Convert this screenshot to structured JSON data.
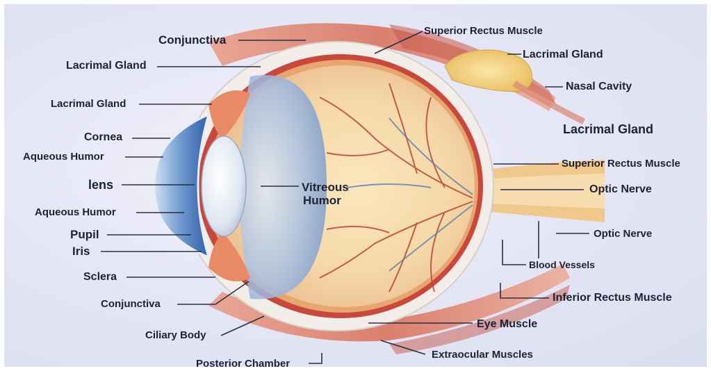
{
  "labels": {
    "conjunctiva_top": "Conjunctiva",
    "lacrimal_gland_left_1": "Lacrimal Gland",
    "lacrimal_gland_left_2": "Lacrimal Gland",
    "cornea": "Cornea",
    "aqueous_humor_top": "Aqueous Humor",
    "lens": "lens",
    "aqueous_humor_bottom": "Aqueous Humor",
    "pupil": "Pupil",
    "iris": "Iris",
    "sclera": "Sclera",
    "conjunctiva_bottom": "Conjunctiva",
    "ciliary_body": "Ciliary Body",
    "posterior_chamber": "Posterior Chamber",
    "vitreous_humor_1": "Vitreous",
    "vitreous_humor_2": "Humor",
    "superior_rectus_top": "Superior Rectus Muscle",
    "lacrimal_gland_right_top": "Lacrimal Gland",
    "nasal_cavity": "Nasal Cavity",
    "lacrimal_gland_right_big": "Lacrimal Gland",
    "superior_rectus_right": "Superior Rectus Muscle",
    "optic_nerve_1": "Optic Nerve",
    "optic_nerve_2": "Optic Nerve",
    "blood_vessels": "Blood Vessels",
    "inferior_rectus": "Inferior Rectus Muscle",
    "eye_muscle": "Eye Muscle",
    "extraocular_muscles": "Extraocular Muscles"
  },
  "colors": {
    "label_text": "#1d2235",
    "leader_line": "#2a2f3f",
    "background": "#e6e7f6",
    "sclera": "#f4f1ee",
    "retina_red": "#c8483c",
    "vitreous": "#f7d9a0",
    "lens": "#dfe6f2",
    "cornea": "#5b86c0",
    "muscle": "#dd7f6b",
    "lacrimal_gland": "#f0cf78"
  }
}
